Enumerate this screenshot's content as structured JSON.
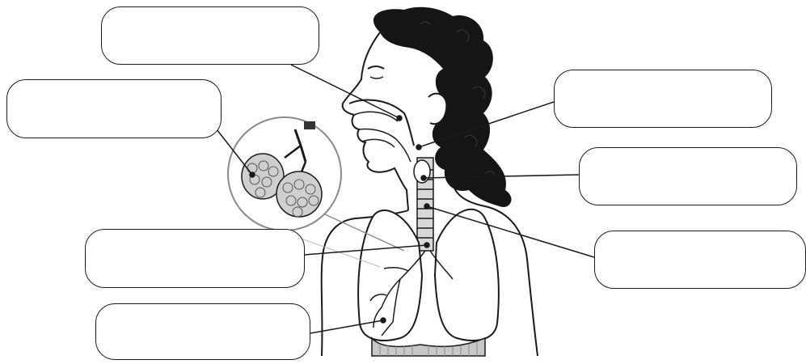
{
  "diagram": {
    "subject": "human-respiratory-system",
    "style": "black-and-white line drawing worksheet",
    "labels": [
      {
        "id": "nasal-cavity",
        "text": ""
      },
      {
        "id": "alveoli",
        "text": ""
      },
      {
        "id": "pharynx",
        "text": ""
      },
      {
        "id": "larynx",
        "text": ""
      },
      {
        "id": "trachea",
        "text": ""
      },
      {
        "id": "bronchus",
        "text": ""
      },
      {
        "id": "bronchiole",
        "text": ""
      }
    ],
    "colors": {
      "line": "#1a1a1a",
      "hair": "#151515",
      "lung_shade": "#c8c8c8",
      "skin": "#ffffff"
    }
  }
}
